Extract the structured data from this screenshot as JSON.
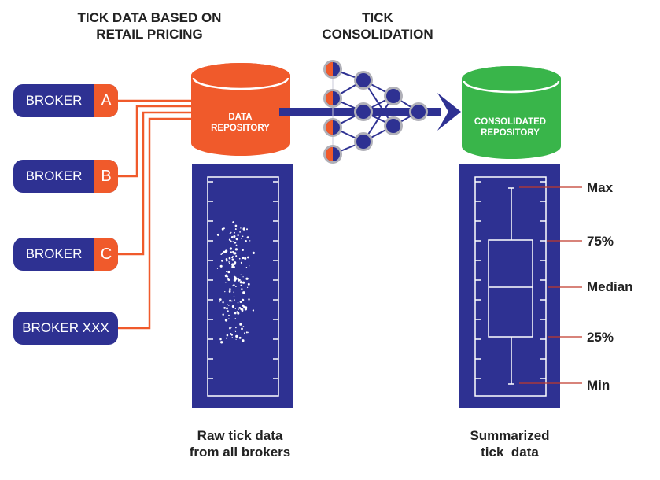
{
  "titles": {
    "left": [
      "TICK DATA BASED ON",
      "RETAIL PRICING"
    ],
    "center": [
      "TICK",
      "CONSOLIDATION"
    ]
  },
  "brokers": [
    {
      "name": "BROKER",
      "letter": "A"
    },
    {
      "name": "BROKER",
      "letter": "B"
    },
    {
      "name": "BROKER",
      "letter": "C"
    },
    {
      "name": "BROKER XXX",
      "letter": ""
    }
  ],
  "repositories": {
    "data": [
      "DATA",
      "REPOSITORY"
    ],
    "consolidated": [
      "CONSOLIDATED",
      "REPOSITORY"
    ]
  },
  "captions": {
    "raw": [
      "Raw tick data",
      "from all brokers"
    ],
    "summary": [
      "Summarized",
      "tick  data"
    ]
  },
  "boxplot_labels": [
    "Max",
    "75%",
    "Median",
    "25%",
    "Min"
  ],
  "colors": {
    "navy": "#2e3192",
    "orange": "#f05a2b",
    "green": "#39b54a",
    "text": "#222222",
    "node_ring": "#b0b0b8",
    "leader": "#c0392b"
  }
}
